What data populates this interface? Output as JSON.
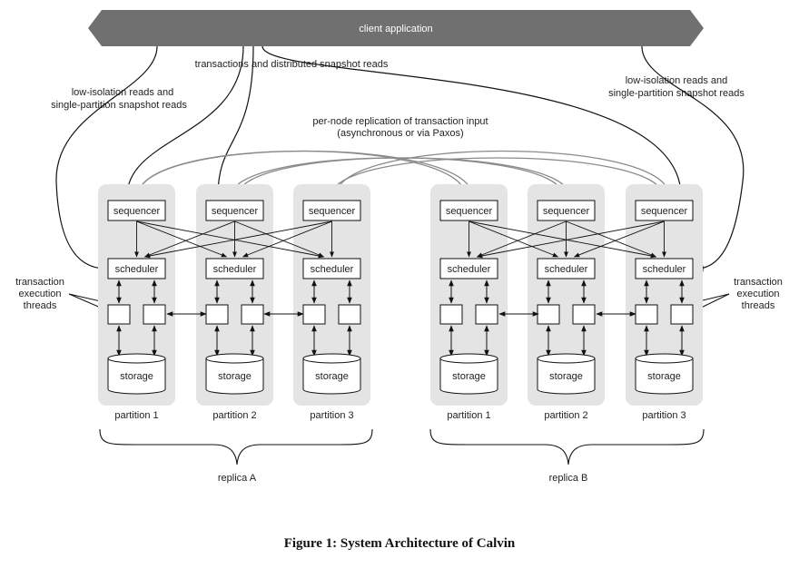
{
  "client_label": "client application",
  "txn_reads_label": "transactions and distributed snapshot reads",
  "low_iso_left": [
    "low-isolation reads and",
    "single-partition snapshot reads"
  ],
  "low_iso_right": [
    "low-isolation reads and",
    "single-partition snapshot reads"
  ],
  "replication_label": [
    "per-node replication of transaction input",
    "(asynchronous or via Paxos)"
  ],
  "threads_label_left": [
    "transaction",
    "execution",
    "threads"
  ],
  "threads_label_right": [
    "transaction",
    "execution",
    "threads"
  ],
  "node_labels": {
    "sequencer": "sequencer",
    "scheduler": "scheduler",
    "storage": "storage"
  },
  "replicas": [
    {
      "name": "replica A",
      "partitions": [
        "partition 1",
        "partition 2",
        "partition 3"
      ]
    },
    {
      "name": "replica B",
      "partitions": [
        "partition 1",
        "partition 2",
        "partition 3"
      ]
    }
  ],
  "caption": "Figure 1: System Architecture of Calvin",
  "colors": {
    "client_banner": "#707070",
    "partition_bg": "#e4e4e4",
    "replication_arrow": "#8a8a8a",
    "line": "#111111"
  }
}
